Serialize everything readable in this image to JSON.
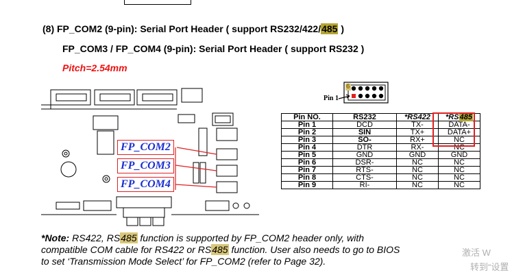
{
  "heading": {
    "line1_prefix": "(8)  FP_COM2 (9-pin): Serial Port Header ( support RS232/422/",
    "line1_hl": "485",
    "line1_suffix": " )",
    "line2": "FP_COM3 / FP_COM4 (9-pin): Serial Port Header ( support RS232 )",
    "pitch": "Pitch=2.54mm"
  },
  "board": {
    "labels": [
      "FP_COM2",
      "FP_COM3",
      "FP_COM4"
    ]
  },
  "pin_diagram": {
    "pin6": "6",
    "pin1": "Pin 1"
  },
  "table": {
    "headers": [
      "Pin NO.",
      "RS232",
      "*RS422",
      "*RS",
      "485"
    ],
    "rows": [
      [
        "Pin 1",
        "DCD",
        "TX-",
        "DATA-"
      ],
      [
        "Pin 2",
        "SIN",
        "TX+",
        "DATA+"
      ],
      [
        "Pin 3",
        "SO-",
        "RX+",
        "NC"
      ],
      [
        "Pin 4",
        "DTR",
        "RX-",
        "NC"
      ],
      [
        "Pin 5",
        "GND",
        "GND",
        "GND"
      ],
      [
        "Pin 6",
        "DSR-",
        "NC",
        "NC"
      ],
      [
        "Pin 7",
        "RTS-",
        "NC",
        "NC"
      ],
      [
        "Pin 8",
        "CTS-",
        "NC",
        "NC"
      ],
      [
        "Pin 9",
        "RI-",
        "NC",
        "NC"
      ]
    ]
  },
  "note": {
    "label": "*Note:",
    "l1a": " RS422, RS",
    "l1b": "485",
    "l1c": " function is supported by FP_COM2 header only, with",
    "l2a": "compatible COM cable for RS422 or RS",
    "l2b": "485",
    "l2c": " function. User also needs to go to BIOS",
    "l3": "to set ‘Transmission Mode Select’ for FP_COM2 (refer to Page 32).",
    "wm1": "激活 W",
    "wm2": "转到“设置"
  }
}
